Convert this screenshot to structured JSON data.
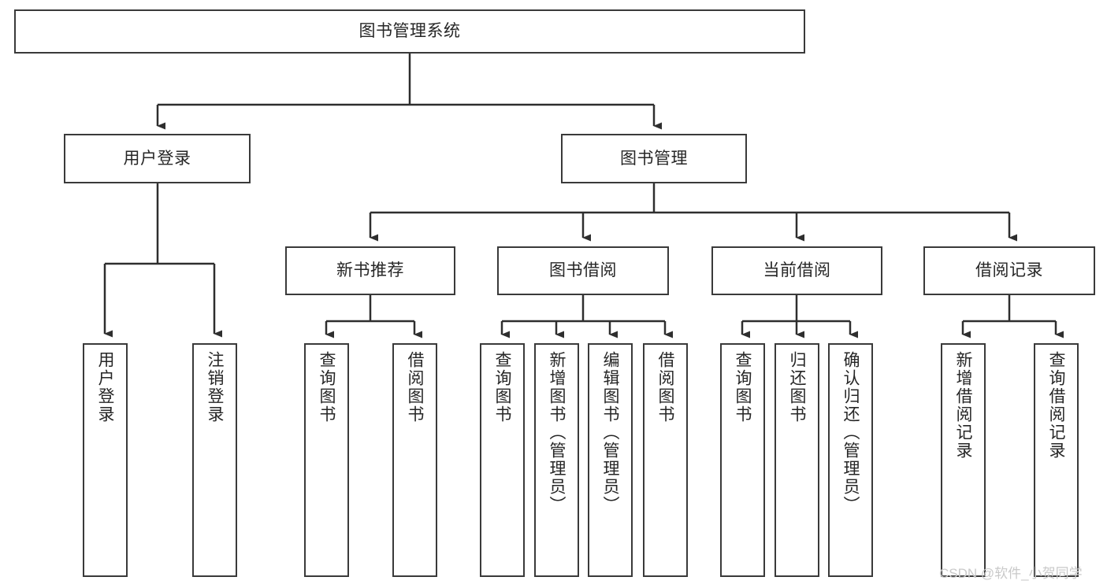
{
  "diagram": {
    "title_node": {
      "label": "图书管理系统"
    },
    "level1": [
      {
        "label": "用户登录"
      },
      {
        "label": "图书管理"
      }
    ],
    "level2": [
      {
        "label": "新书推荐"
      },
      {
        "label": "图书借阅"
      },
      {
        "label": "当前借阅"
      },
      {
        "label": "借阅记录"
      }
    ],
    "leaves": {
      "user_login": [
        {
          "label": "用户登录"
        },
        {
          "label": "注销登录"
        }
      ],
      "new_book_recommend": [
        {
          "label": "查询图书"
        },
        {
          "label": "借阅图书"
        }
      ],
      "book_borrow": [
        {
          "label": "查询图书"
        },
        {
          "label": "新增图书（管理员）"
        },
        {
          "label": "编辑图书（管理员）"
        },
        {
          "label": "借阅图书"
        }
      ],
      "current_borrow": [
        {
          "label": "查询图书"
        },
        {
          "label": "归还图书"
        },
        {
          "label": "确认归还（管理员）"
        }
      ],
      "borrow_record": [
        {
          "label": "新增借阅记录"
        },
        {
          "label": "查询借阅记录"
        }
      ]
    }
  },
  "watermark": {
    "text": "CSDN @软件_小贺同学"
  },
  "colors": {
    "border": "#3a3a3a",
    "text": "#262626",
    "background": "#ffffff",
    "watermark": "#c9c9c9"
  }
}
